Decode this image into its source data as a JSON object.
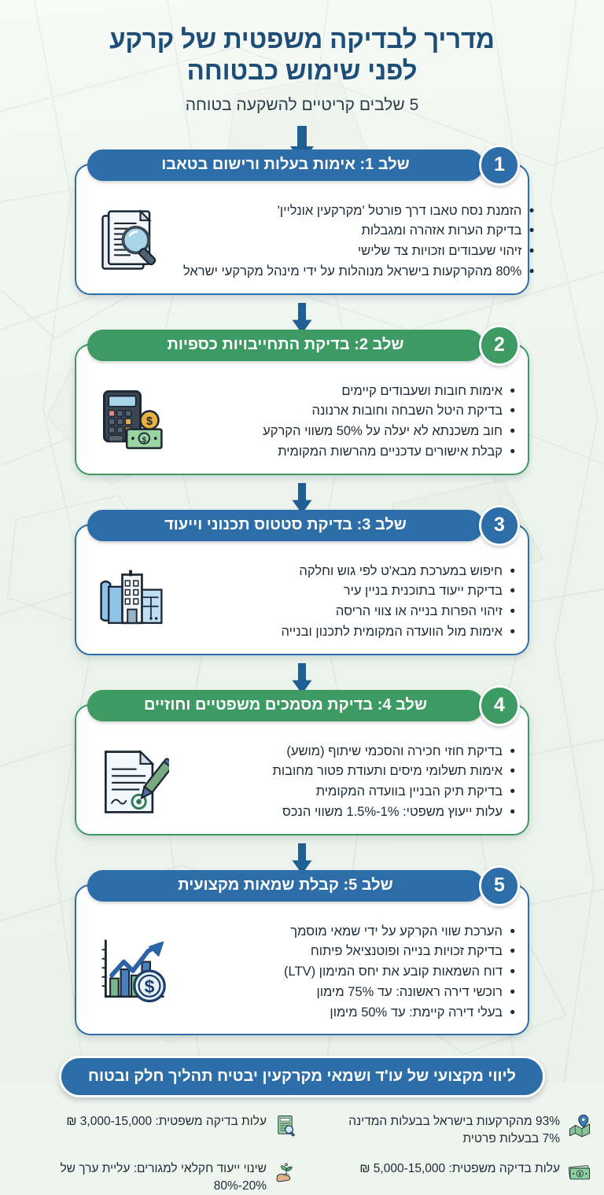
{
  "header": {
    "title_line1": "מדריך לבדיקה משפטית של קרקע",
    "title_line2": "לפני שימוש כבטוחה",
    "subtitle": "5 שלבים קריטיים להשקעה בטוחה"
  },
  "colors": {
    "blue": "#2d6da8",
    "green": "#3d9a63",
    "title_blue": "#1c4e77",
    "arrow_blue": "#1f5f93",
    "background": "#eef4ee"
  },
  "steps": [
    {
      "number": "1",
      "accent": "blue",
      "heading": "שלב 1: אימות בעלות ורישום בטאבו",
      "icon": "documents-magnifier-icon",
      "bullets": [
        "הזמנת נסח טאבו דרך פורטל 'מקרקעין אונליין'",
        "בדיקת הערות אזהרה ומגבלות",
        "זיהוי שעבודים וזכויות צד שלישי",
        "80% מהקרקעות בישראל מנוהלות על ידי מינהל מקרקעי ישראל"
      ]
    },
    {
      "number": "2",
      "accent": "green",
      "heading": "שלב 2: בדיקת התחייבויות כספיות",
      "icon": "calculator-money-icon",
      "bullets": [
        "אימות חובות ושעבודים קיימים",
        "בדיקת היטל השבחה וחובות ארנונה",
        "חוב משכנתא לא יעלה על 50% משווי הקרקע",
        "קבלת אישורים עדכניים מהרשות המקומית"
      ]
    },
    {
      "number": "3",
      "accent": "blue",
      "heading": "שלב 3: בדיקת סטטוס תכנוני וייעוד",
      "icon": "building-blueprint-icon",
      "bullets": [
        "חיפוש במערכת מבא'ט לפי גוש וחלקה",
        "בדיקת ייעוד בתוכנית בניין עיר",
        "זיהוי הפרות בנייה או צווי הריסה",
        "אימות מול הוועדה המקומית לתכנון ובנייה"
      ]
    },
    {
      "number": "4",
      "accent": "green",
      "heading": "שלב 4: בדיקת מסמכים משפטיים וחוזיים",
      "icon": "contract-pen-icon",
      "bullets": [
        "בדיקת חוזי חכירה והסכמי שיתוף (מושע)",
        "אימות תשלומי מיסים ותעודת פטור מחובות",
        "בדיקת תיק הבניין בוועדה המקומית",
        "עלות ייעוץ משפטי: 1%-1.5% משווי הנכס"
      ]
    },
    {
      "number": "5",
      "accent": "blue",
      "heading": "שלב 5: קבלת שמאות מקצועית",
      "icon": "growth-chart-dollar-icon",
      "bullets": [
        "הערכת שווי הקרקע על ידי שמאי מוסמך",
        "בדיקת זכויות בנייה ופוטנציאל פיתוח",
        "דוח השמאות קובע את יחס המימון (LTV)",
        "רוכשי דירה ראשונה: עד 75% מימון",
        "בעלי דירה קיימת: עד 50% מימון"
      ]
    }
  ],
  "banner": {
    "text": "ליווי מקצועי של עו'ד ושמאי מקרקעין יבטיח תהליך חלק ובטוח"
  },
  "stats": [
    {
      "icon": "map-pin-icon",
      "text": "93% מהקרקעות בישראל בבעלות המדינה\n7% בבעלות פרטית"
    },
    {
      "icon": "document-magnifier-icon",
      "text": "עלות בדיקה משפטית: 3,000-15,000 ₪"
    },
    {
      "icon": "banknote-icon",
      "text": "עלות בדיקה משפטית: 5,000-15,000 ₪"
    },
    {
      "icon": "plant-hand-icon",
      "text": "שינוי ייעוד חקלאי למגורים: עליית ערך של 20%-80%"
    }
  ]
}
